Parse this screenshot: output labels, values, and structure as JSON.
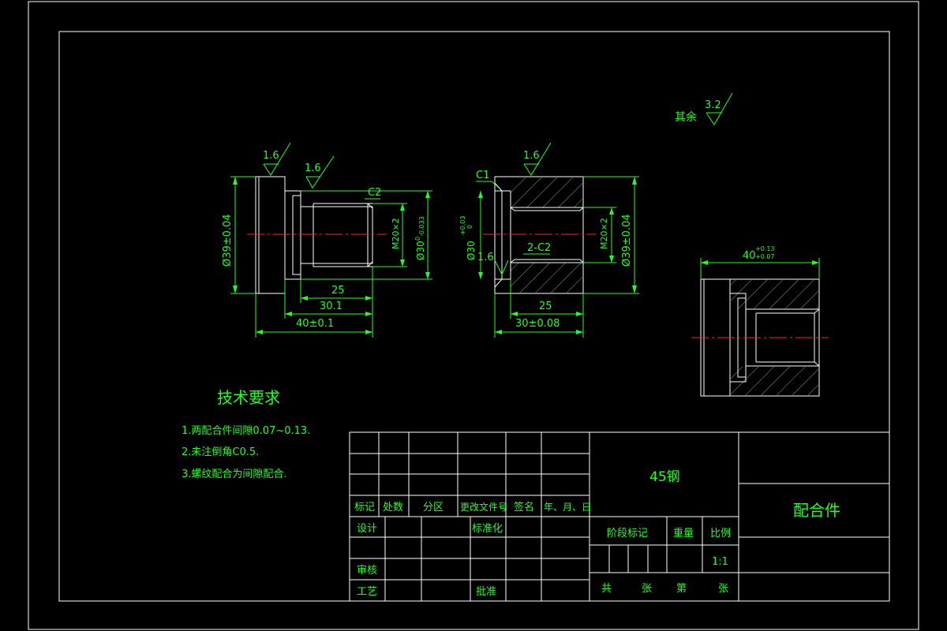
{
  "roughness": {
    "other_label": "其余",
    "other_value": "3.2",
    "part1_face": "1.6",
    "part1_bore": "1.6",
    "part2_face": "1.6",
    "part2_inner": "1.6"
  },
  "part1": {
    "dia_outer": "Ø39±0.04",
    "thread": "M20×2",
    "dia_spigot": "Ø30",
    "dia_spigot_tol": "-0.033",
    "dia_spigot_tol_upper": "0",
    "chamfer": "C2",
    "len_25": "25",
    "len_30_1": "30.1",
    "len_40": "40±0.1"
  },
  "part2": {
    "chamfer_c1": "C1",
    "dia_bore": "Ø30",
    "dia_bore_tol_upper": "+0.03",
    "dia_bore_tol_lower": "0",
    "chamfer_2c2": "2-C2",
    "thread": "M20×2",
    "dia_outer": "Ø39±0.04",
    "len_25": "25",
    "len_30": "30±0.08"
  },
  "assembly": {
    "len_40": "40",
    "tol_upper": "+0.13",
    "tol_lower": "+0.07"
  },
  "tech": {
    "title": "技术要求",
    "items": [
      "1.两配合件间隙0.07~0.13.",
      "2.未注倒角C0.5.",
      "3.螺纹配合为间隙配合."
    ]
  },
  "title_block": {
    "material": "45钢",
    "part_name": "配合件",
    "h_mark": "标记",
    "h_count": "处数",
    "h_zone": "分区",
    "h_doc": "更改文件号",
    "h_sign": "签名",
    "h_date": "年、月、日",
    "design": "设计",
    "standard": "标准化",
    "review": "审核",
    "process": "工艺",
    "approve": "批准",
    "stage": "阶段标记",
    "weight": "重量",
    "scale_label": "比例",
    "scale": "1:1",
    "total": "共",
    "sheets": "张",
    "number": "第",
    "sheet": "张"
  }
}
